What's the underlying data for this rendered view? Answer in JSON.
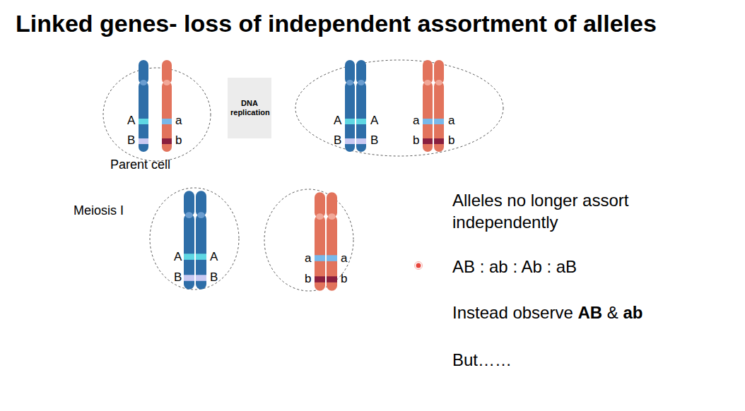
{
  "diagram": {
    "title": "Linked genes- loss of independent assortment of alleles",
    "nodes": [
      {
        "text": [
          "DNA replication"
        ]
      }
    ],
    "labels": [
      "A",
      "B",
      "a",
      "b",
      "A",
      "A",
      "B",
      "B",
      "a",
      "a",
      "b",
      "b",
      "Parent cell",
      "Meiosis I",
      "A",
      "A",
      "B",
      "B",
      "a",
      "a",
      "b",
      "b",
      "Alleles no longer assort independently",
      "AB : ab : Ab : aB",
      "Instead observe AB & ab",
      "But……"
    ]
  }
}
